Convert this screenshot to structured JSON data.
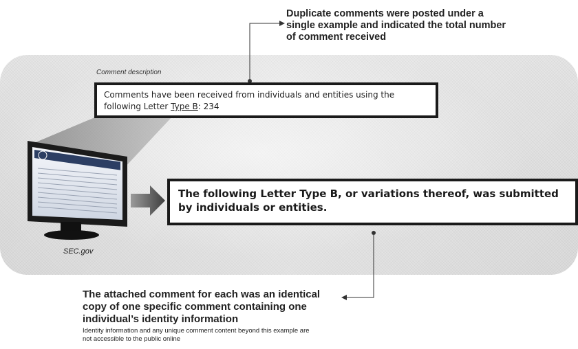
{
  "annotations": {
    "top_note": "Duplicate comments were posted under a single example and indicated the total number of comment received",
    "bottom_note": "The attached comment for each was an identical copy of one specific comment containing one individual’s identity information",
    "small_note": "Identity information and any unique comment content beyond this example are not accessible to the public online"
  },
  "comment_description_label": "Comment description",
  "comment_box": {
    "text_before": "Comments have been received from individuals and entities using the following Letter ",
    "link_text": "Type B",
    "text_after": ": 234"
  },
  "letter_box": {
    "text": "The following Letter Type B, or variations thereof, was submitted by individuals or entities."
  },
  "monitor": {
    "label": "SEC.gov",
    "icon": "monitor-icon"
  },
  "colors": {
    "box_border": "#1a1a1a",
    "arrow": "#4a4a4a",
    "background_band": "#dcdcdc"
  }
}
